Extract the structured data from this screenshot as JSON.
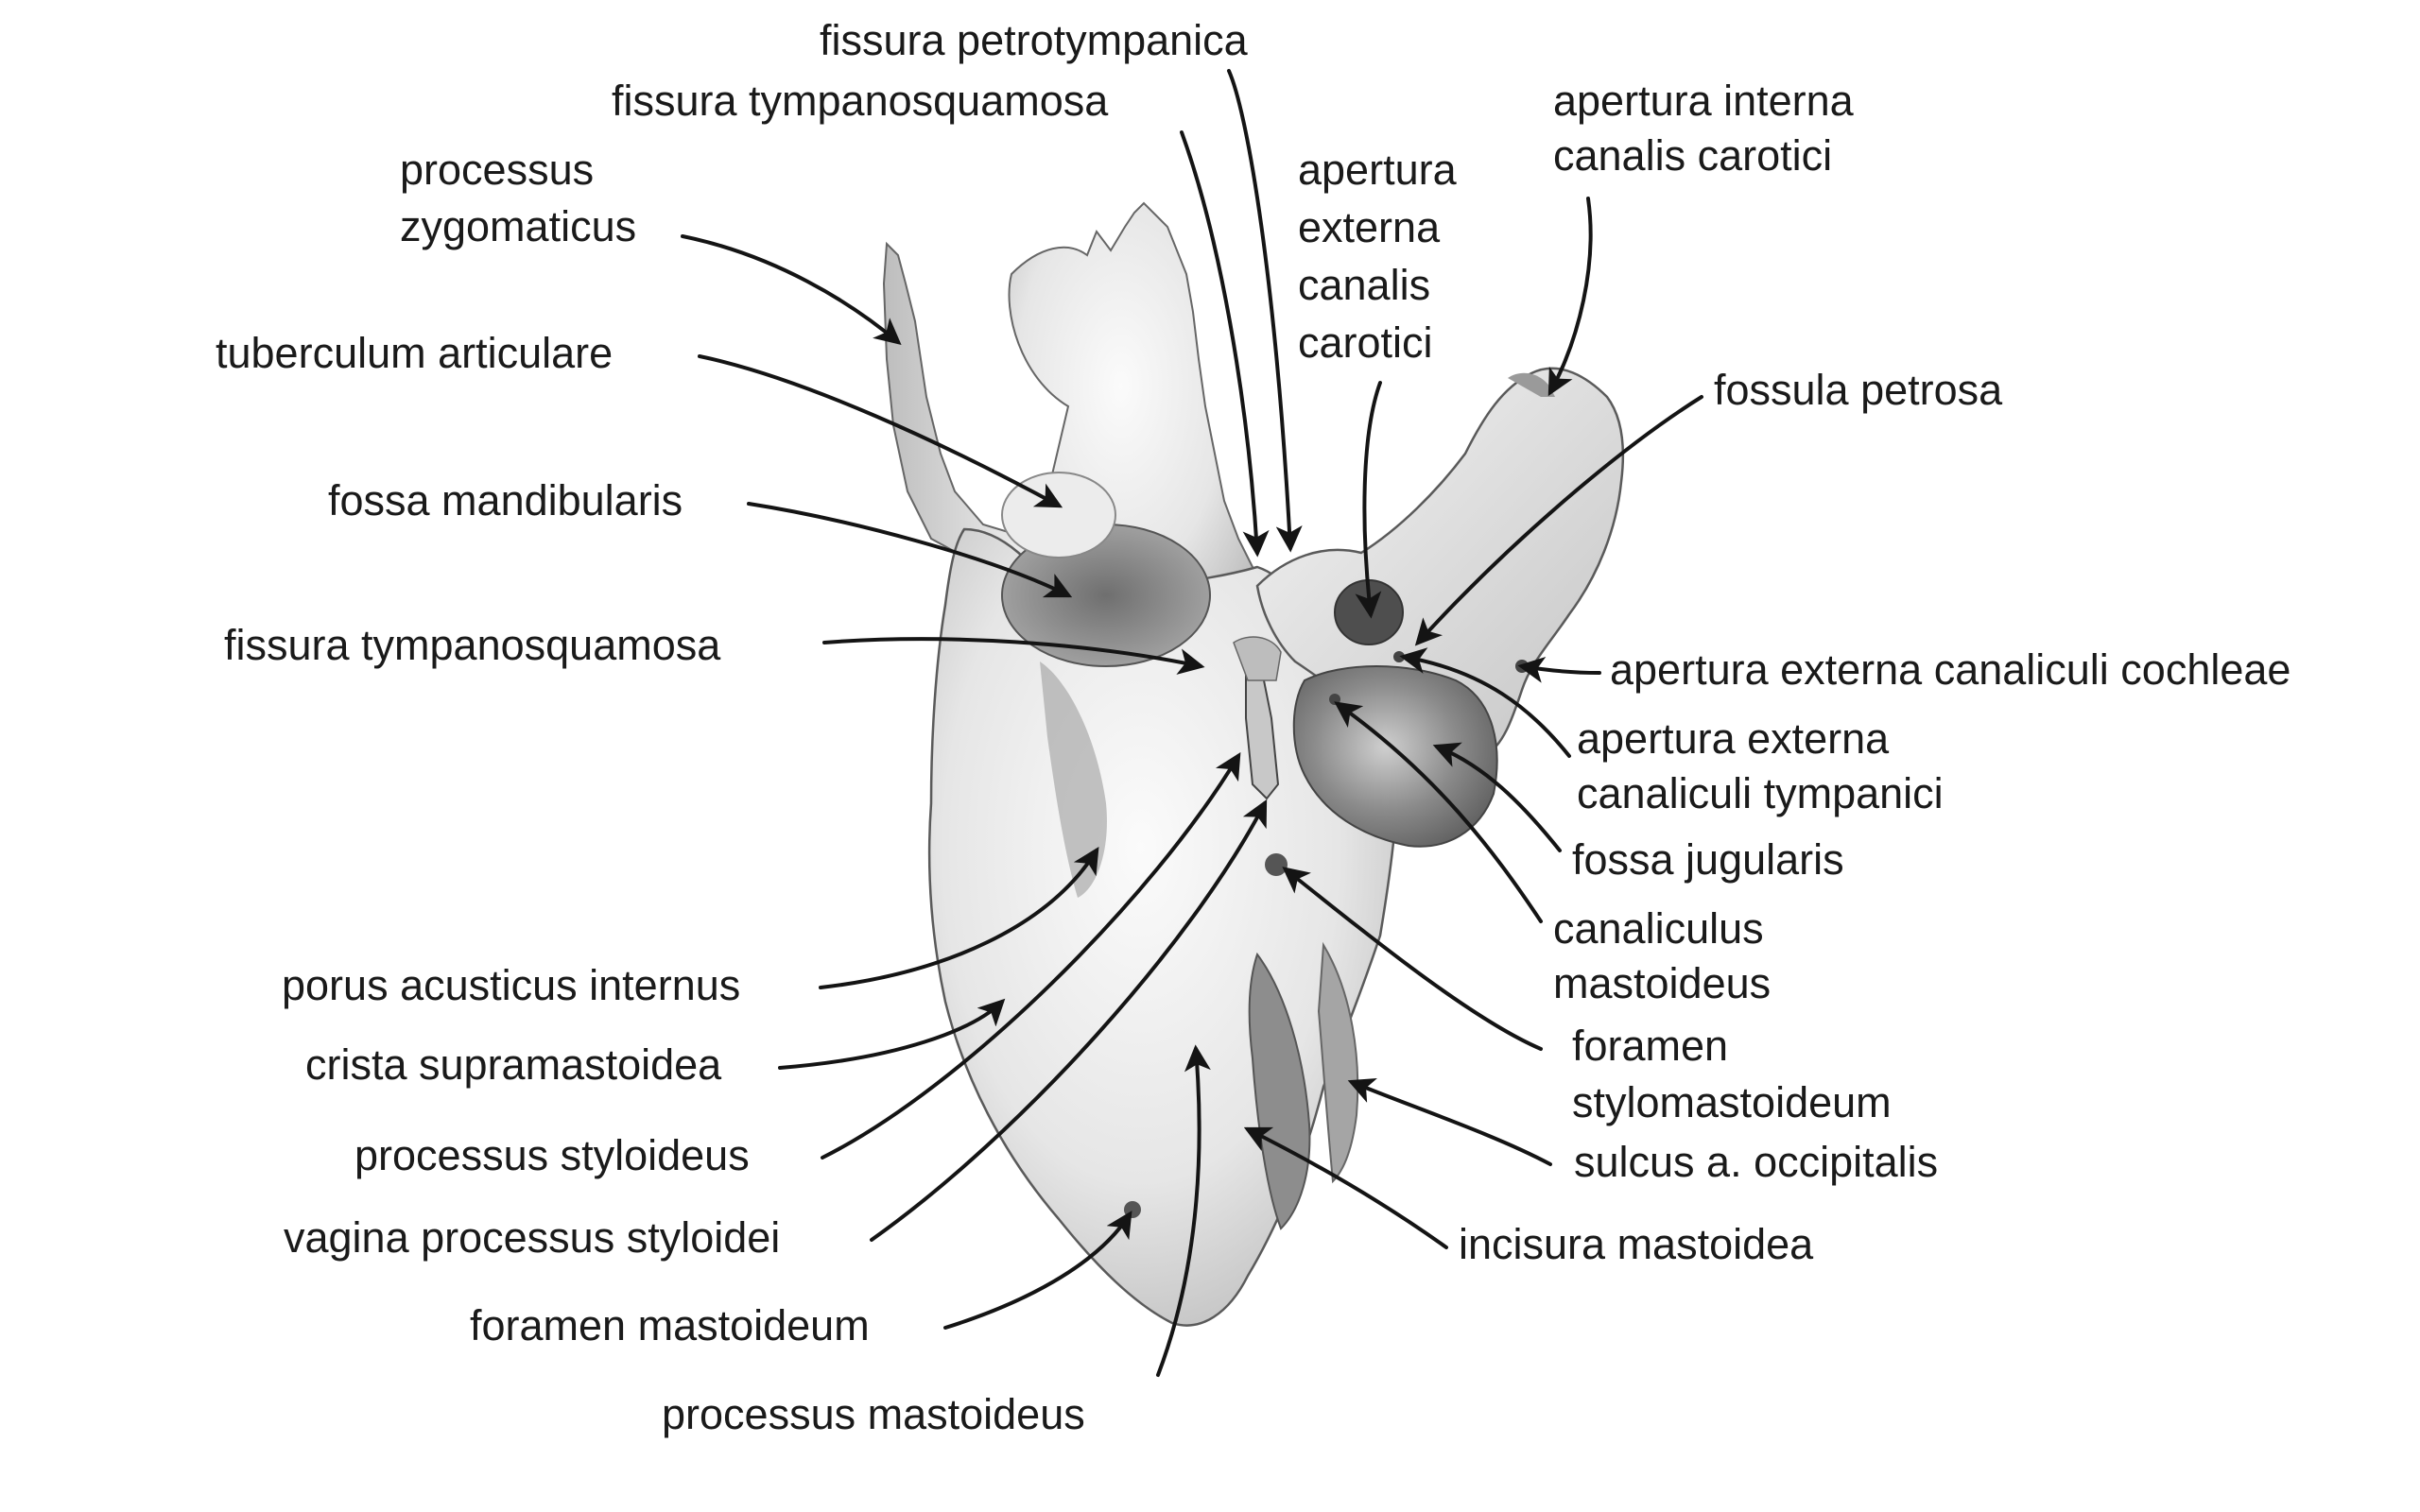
{
  "labels": {
    "fissura_petrotympanica": "fissura petrotympanica",
    "fissura_tympanosquamosa_top": "fissura tympanosquamosa",
    "processus_zygomaticus": [
      "processus",
      "zygomaticus"
    ],
    "apertura_externa_canalis_carotici": [
      "apertura",
      "externa",
      "canalis",
      "carotici"
    ],
    "apertura_interna_canalis_carotici": [
      "apertura interna",
      "canalis carotici"
    ],
    "tuberculum_articulare": "tuberculum articulare",
    "fossula_petrosa": "fossula petrosa",
    "fossa_mandibularis": "fossa mandibularis",
    "fissura_tympanosquamosa_mid": "fissura tympanosquamosa",
    "apertura_externa_canaliculi_cochleae": "apertura externa canaliculi cochleae",
    "apertura_externa_canaliculi_tympanici": [
      "apertura externa",
      "canaliculi tympanici"
    ],
    "fossa_jugularis": "fossa jugularis",
    "canaliculus_mastoideus": [
      "canaliculus",
      "mastoideus"
    ],
    "porus_acusticus_internus": "porus acusticus internus",
    "foramen_stylomastoideum": [
      "foramen",
      "stylomastoideum"
    ],
    "crista_supramastoidea": "crista supramastoidea",
    "sulcus_a_occipitalis": "sulcus a. occipitalis",
    "processus_styloideus": "processus styloideus",
    "incisura_mastoidea": "incisura mastoidea",
    "vagina_processus_styloidei": "vagina processus styloidei",
    "foramen_mastoideum": "foramen mastoideum",
    "processus_mastoideus": "processus mastoideus"
  },
  "colors": {
    "bone_light": "#f4f4f4",
    "bone_mid": "#d2d2d2",
    "bone_shadow": "#8c8c8c",
    "outline": "#555555",
    "text": "#1a1a1a",
    "leader": "#141414"
  }
}
